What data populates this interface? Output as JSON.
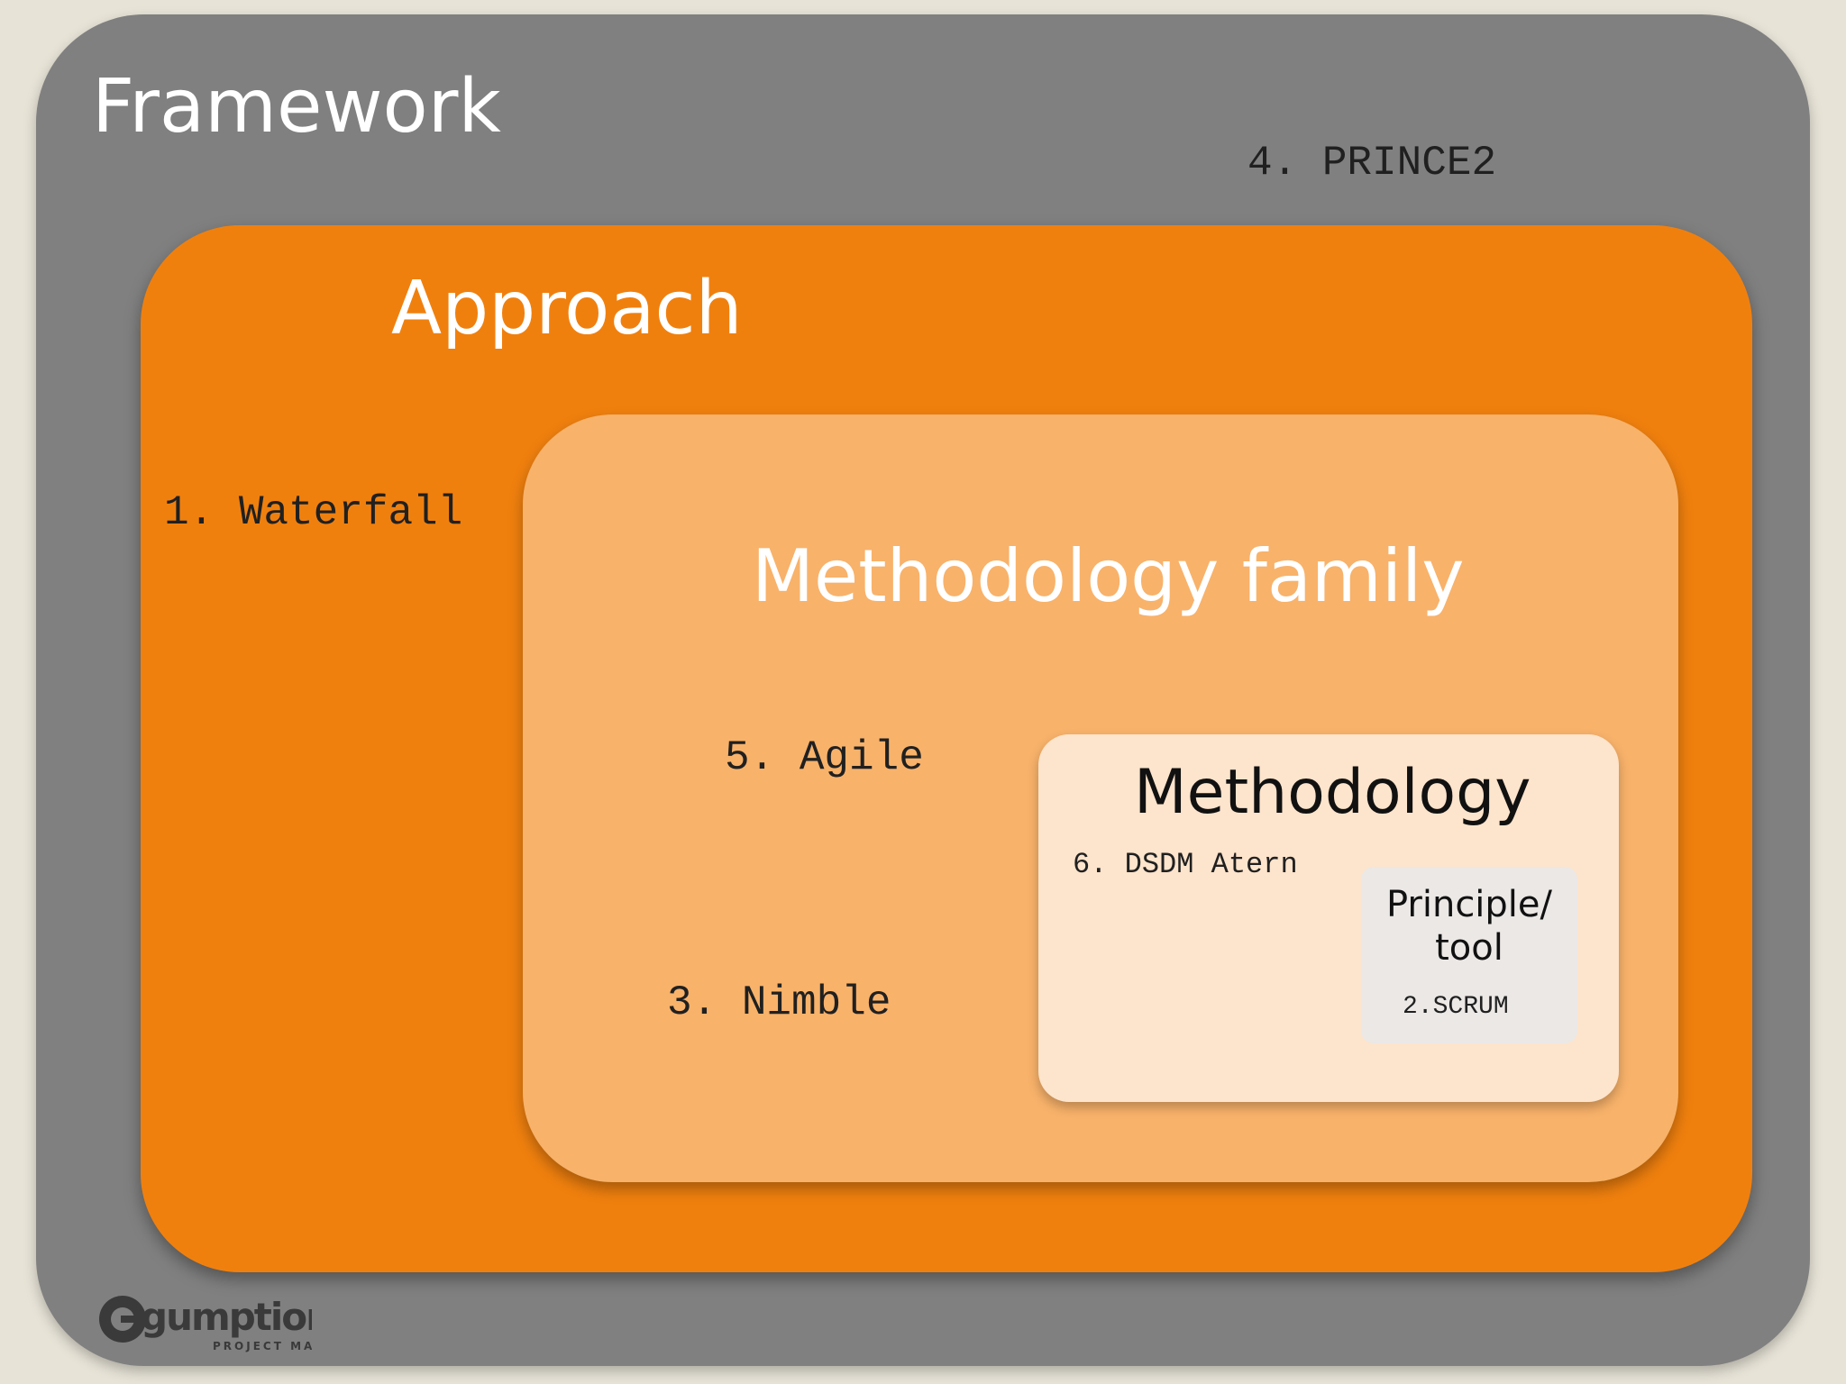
{
  "framework": {
    "title": "Framework"
  },
  "approach": {
    "title": "Approach"
  },
  "methodology_family": {
    "title": "Methodology family"
  },
  "methodology": {
    "title": "Methodology"
  },
  "principle_tool": {
    "title": "Principle/ tool"
  },
  "items": {
    "prince2": "4. PRINCE2",
    "waterfall": "1. Waterfall",
    "agile": "5. Agile",
    "nimble": "3. Nimble",
    "dsdm_atern": "6. DSDM Atern",
    "scrum": "2.SCRUM"
  },
  "logo": {
    "text": "gumption",
    "subtext": "PROJECT MANAGEMENT"
  },
  "colors": {
    "background": "#e7e3d7",
    "framework": "#808080",
    "approach": "#f0800e",
    "methodology_family": "#f8b26a",
    "methodology": "#fde4cc",
    "principle_tool": "#ebe8e6"
  }
}
